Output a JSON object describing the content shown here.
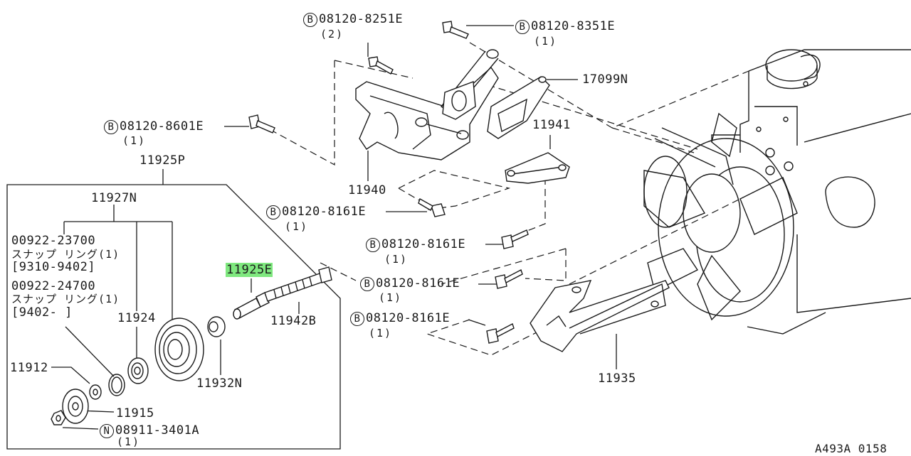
{
  "labels": {
    "bolt_8251": {
      "code": "08120-8251E",
      "qty": "(2)",
      "prefix": "B"
    },
    "bolt_8351": {
      "code": "08120-8351E",
      "qty": "(1)",
      "prefix": "B"
    },
    "gasket": "17099N",
    "bolt_8601": {
      "code": "08120-8601E",
      "qty": "(1)",
      "prefix": "B"
    },
    "bracket_plate": "11941",
    "assy_11925p": "11925P",
    "bracket_11940": "11940",
    "bolt_8161_a": {
      "code": "08120-8161E",
      "qty": "(1)",
      "prefix": "B"
    },
    "pulley_assy": "11927N",
    "bolt_8161_b": {
      "code": "08120-8161E",
      "qty": "(1)",
      "prefix": "B"
    },
    "snap_ring_1": {
      "code": "00922-23700",
      "name": "スナップ リング(1)",
      "range": "[9310-9402]"
    },
    "snap_ring_2": {
      "code": "00922-24700",
      "name": "スナップ リング(1)",
      "range": "[9402-       ]"
    },
    "shaft_highlight": "11925E",
    "bolt_8161_c": {
      "code": "08120-8161E",
      "qty": "(1)",
      "prefix": "B"
    },
    "bearing": "11924",
    "adjust_bolt": "11942B",
    "bolt_8161_d": {
      "code": "08120-8161E",
      "qty": "(1)",
      "prefix": "B"
    },
    "washer_11912": "11912",
    "spacer": "11932N",
    "bracket_11935": "11935",
    "cover_11915": "11915",
    "nut": {
      "code": "08911-3401A",
      "qty": "(1)",
      "prefix": "N"
    },
    "figure_id": "A493A 0158"
  },
  "colors": {
    "highlight": "#7fe87f",
    "ink": "#1a1a1a",
    "background": "#ffffff"
  }
}
